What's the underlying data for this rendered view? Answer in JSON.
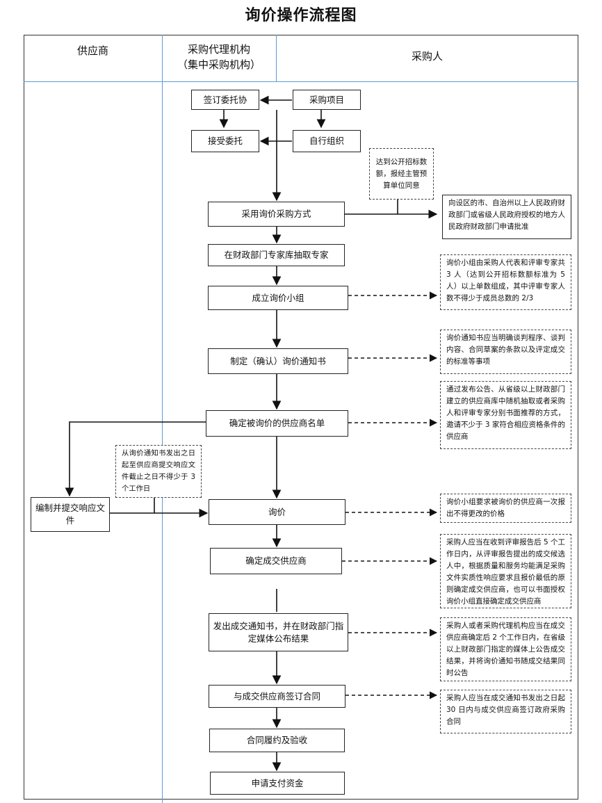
{
  "title": "询价操作流程图",
  "lanes": {
    "supplier": "供应商",
    "agency_line1": "采购代理机构",
    "agency_line2": "（集中采购机构）",
    "purchaser": "采购人"
  },
  "steps": {
    "sign_entrust": "签订委托协",
    "project": "采购项目",
    "accept_entrust": "接受委托",
    "self_org": "自行组织",
    "use_inquiry": "采用询价采购方式",
    "extract_experts": "在财政部门专家库抽取专家",
    "form_group": "成立询价小组",
    "make_notice": "制定（确认）询价通知书",
    "determine_list": "确定被询价的供应商名单",
    "prepare_response": "编制并提交响应文件",
    "inquiry": "询价",
    "determine_supplier": "确定成交供应商",
    "issue_notice": "发出成交通知书，并在财政部门指定媒体公布结果",
    "sign_contract": "与成交供应商签订合同",
    "perform_accept": "合同履约及验收",
    "apply_payment": "申请支付资金"
  },
  "notes": {
    "threshold": "达到公开招标数额，报经主管预算单位同意",
    "approval": "向设区的市、自治州以上人民政府财政部门或省级人民政府授权的地方人民政府财政部门申请批准",
    "group_comp": "询价小组由采购人代表和评审专家共 3 人（达到公开招标数额标准为 5 人）以上单数组成，其中评审专家人数不得少于成员总数的 2/3",
    "notice_content": "询价通知书应当明确谈判程序、谈判内容、合同草案的条款以及评定成交的标准等事项",
    "list_method": "通过发布公告、从省级以上财政部门建立的供应商库中随机抽取或者采购人和评审专家分别书面推荐的方式，邀请不少于 3 家符合相应资格条件的供应商",
    "deadline": "从询价通知书发出之日起至供应商提交响应文件截止之日不得少于 3 个工作日",
    "one_quote": "询价小组要求被询价的供应商一次报出不得更改的价格",
    "determine_rule": "采购人应当在收到评审报告后 5 个工作日内，从评审报告提出的成交候选人中，根据质量和服务均能满足采购文件实质性响应要求且报价最低的原则确定成交供应商，也可以书面授权询价小组直接确定成交供应商",
    "announce_rule": "采购人或者采购代理机构应当在成交供应商确定后 2 个工作日内，在省级以上财政部门指定的媒体上公告成交结果，并将询价通知书随成交结果同时公告",
    "contract_rule": "采购人应当在成交通知书发出之日起 30 日内与成交供应商签订政府采购合同"
  }
}
